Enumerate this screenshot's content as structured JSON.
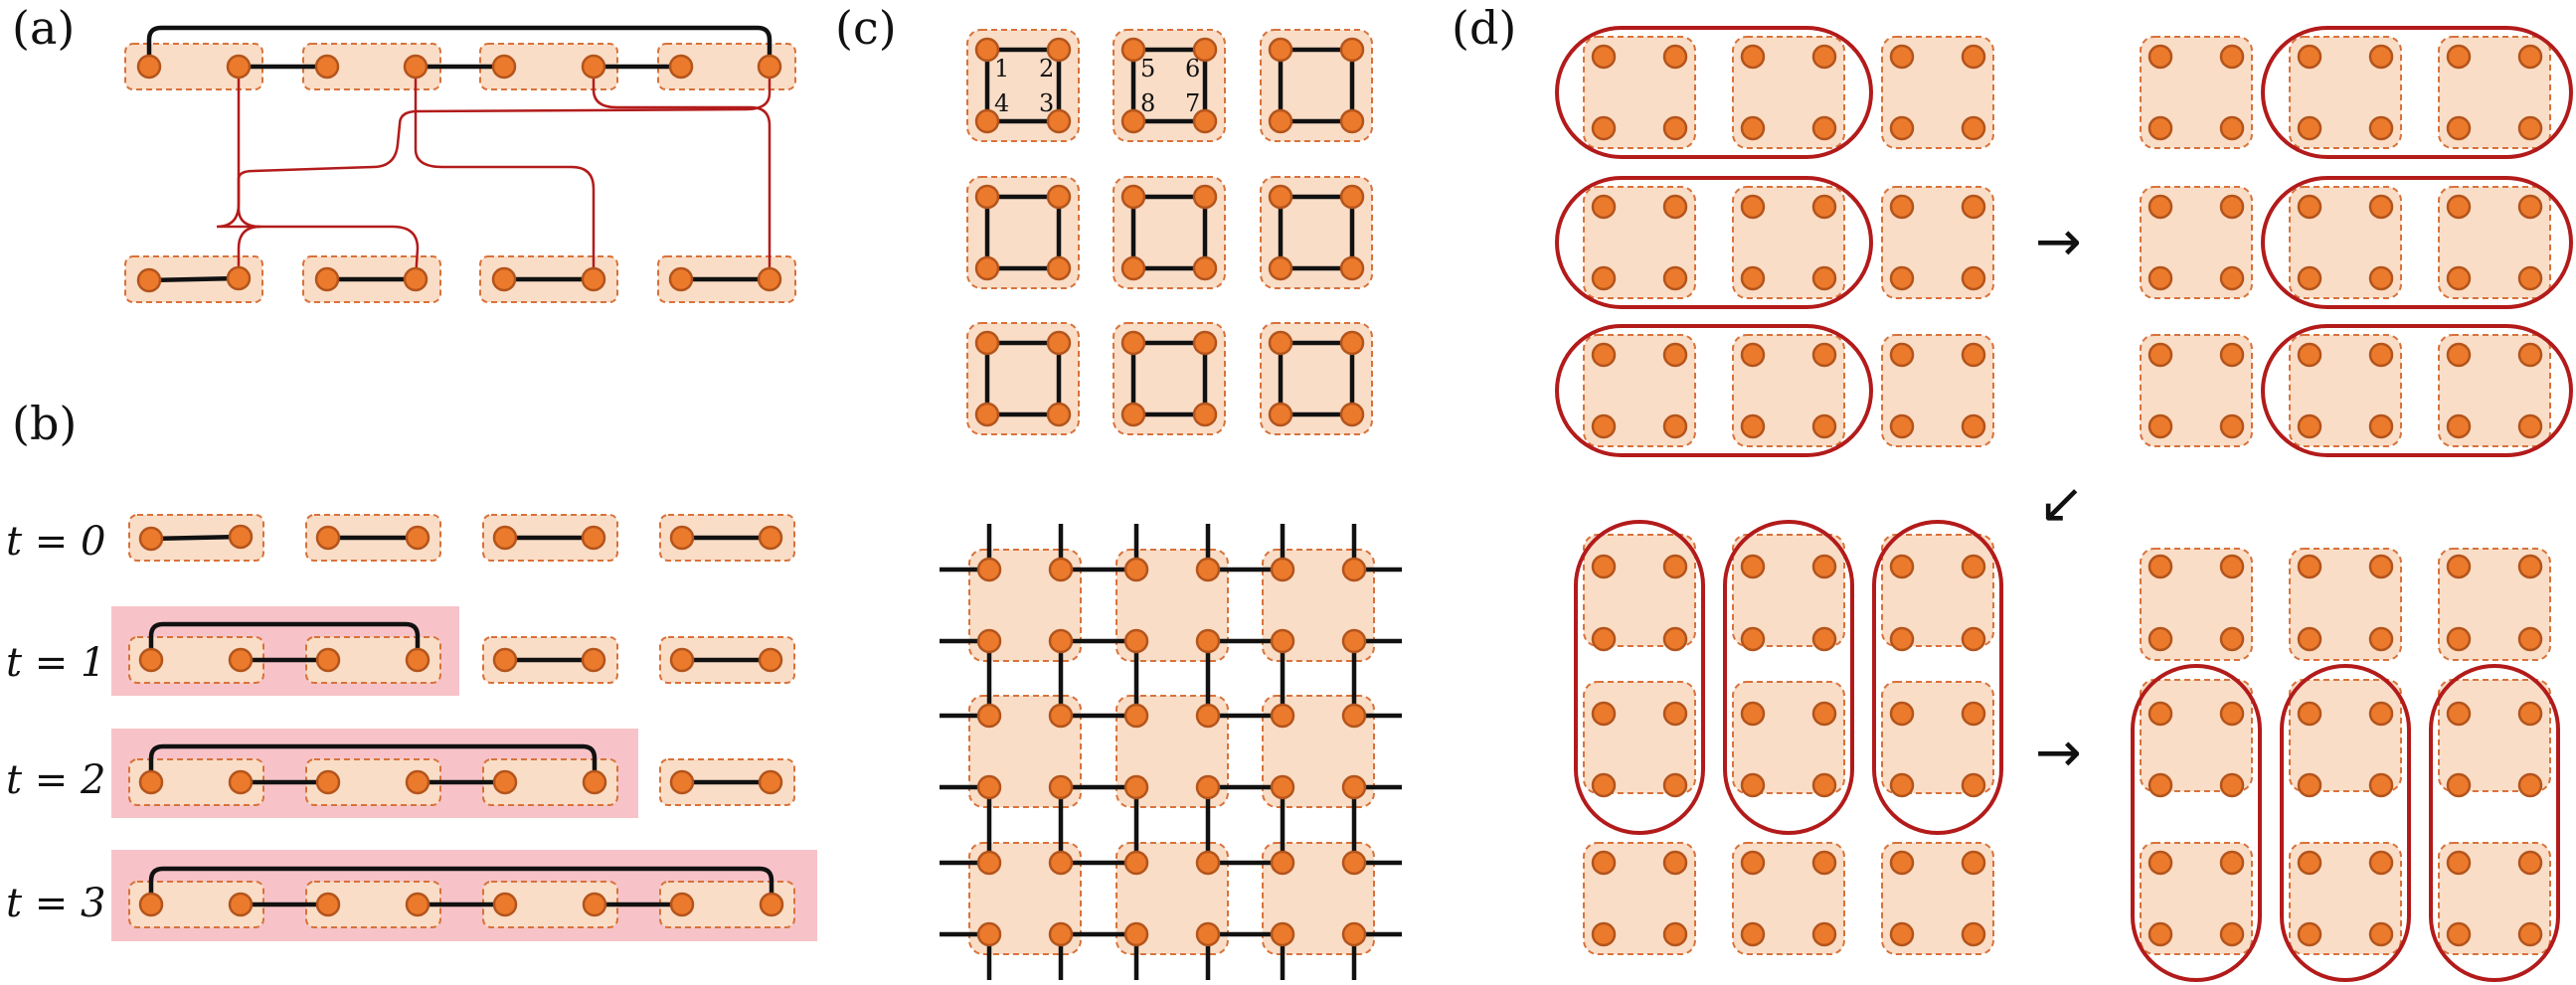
{
  "panels": {
    "a": "(a)",
    "b": "(b)",
    "c": "(c)",
    "d": "(d)"
  },
  "time_labels": [
    "t = 0",
    "t = 1",
    "t = 2",
    "t = 3"
  ],
  "site_numbers": [
    "1",
    "2",
    "3",
    "4",
    "5",
    "6",
    "7",
    "8"
  ],
  "arrows": [
    "→",
    "↙",
    "→"
  ],
  "colors": {
    "node_fill": "#ec7a2c",
    "node_stroke": "#b3541c",
    "box_fill": "#f9ddc7",
    "box_stroke": "#d8723a",
    "highlight": "#f7c3c8",
    "wire": "#b31b1b",
    "bond": "#111111"
  }
}
